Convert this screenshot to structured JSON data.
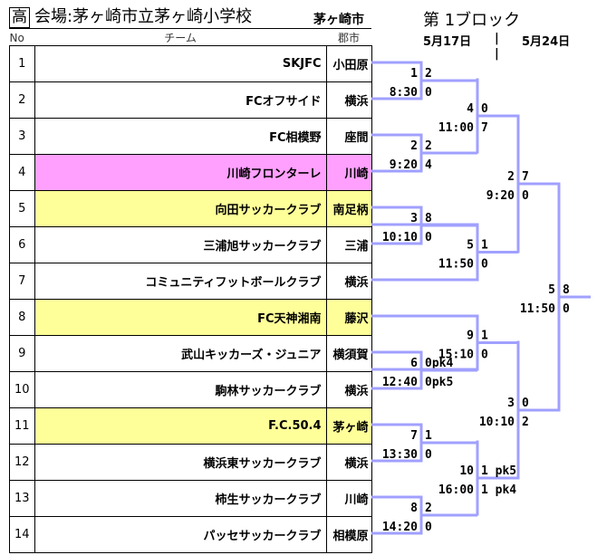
{
  "header": {
    "level": "高",
    "venue": "会場:茅ヶ崎市立茅ヶ崎小学校",
    "city": "茅ヶ崎市",
    "block": "第 1ブロック",
    "date1": "5月17日",
    "separator": "|",
    "date2": "5月24日"
  },
  "columns": {
    "no": "No",
    "team": "チーム",
    "city": "郡市"
  },
  "teams": [
    {
      "no": "1",
      "name": "SKJFC",
      "city": "小田原",
      "hl": ""
    },
    {
      "no": "2",
      "name": "FCオフサイド",
      "city": "横浜",
      "hl": ""
    },
    {
      "no": "3",
      "name": "FC相模野",
      "city": "座間",
      "hl": ""
    },
    {
      "no": "4",
      "name": "川崎フロンターレ",
      "city": "川崎",
      "hl": "pink"
    },
    {
      "no": "5",
      "name": "向田サッカークラブ",
      "city": "南足柄",
      "hl": "yellow"
    },
    {
      "no": "6",
      "name": "三浦旭サッカークラブ",
      "city": "三浦",
      "hl": ""
    },
    {
      "no": "7",
      "name": "コミュニティフットボールクラブ",
      "city": "横浜",
      "hl": ""
    },
    {
      "no": "8",
      "name": "FC天神湘南",
      "city": "藤沢",
      "hl": "yellow"
    },
    {
      "no": "9",
      "name": "武山キッカーズ・ジュニア",
      "city": "横須賀",
      "hl": ""
    },
    {
      "no": "10",
      "name": "駒林サッカークラブ",
      "city": "横浜",
      "hl": ""
    },
    {
      "no": "11",
      "name": "F.C.50.4",
      "city": "茅ヶ崎",
      "hl": "yellow"
    },
    {
      "no": "12",
      "name": "横浜東サッカークラブ",
      "city": "横浜",
      "hl": ""
    },
    {
      "no": "13",
      "name": "柿生サッカークラブ",
      "city": "川崎",
      "hl": ""
    },
    {
      "no": "14",
      "name": "パッセサッカークラブ",
      "city": "相模原",
      "hl": ""
    }
  ],
  "matches": [
    {
      "id": "m1",
      "no": "1",
      "time": "8:30",
      "s1": "2",
      "s2": "0"
    },
    {
      "id": "m2",
      "no": "2",
      "time": "9:20",
      "s1": "2",
      "s2": "4"
    },
    {
      "id": "m4",
      "no": "4",
      "time": "11:00",
      "s1": "0",
      "s2": "7"
    },
    {
      "id": "m3",
      "no": "3",
      "time": "10:10",
      "s1": "8",
      "s2": "0"
    },
    {
      "id": "m5",
      "no": "5",
      "time": "11:50",
      "s1": "1",
      "s2": "0"
    },
    {
      "id": "r2a",
      "no": "2",
      "time": "9:20",
      "s1": "7",
      "s2": "0"
    },
    {
      "id": "final",
      "no": "5",
      "time": "11:50",
      "s1": "8",
      "s2": "0"
    },
    {
      "id": "m6",
      "no": "6",
      "time": "12:40",
      "s1": "0pk4",
      "s2": "0pk5"
    },
    {
      "id": "m9",
      "no": "9",
      "time": "15:10",
      "s1": "1",
      "s2": "0"
    },
    {
      "id": "m7",
      "no": "7",
      "time": "13:30",
      "s1": "1",
      "s2": "0"
    },
    {
      "id": "m8",
      "no": "8",
      "time": "14:20",
      "s1": "2",
      "s2": "0"
    },
    {
      "id": "m10",
      "no": "10",
      "time": "16:00",
      "s1": "1 pk5",
      "s2": "1 pk4"
    },
    {
      "id": "r2b",
      "no": "3",
      "time": "10:10",
      "s1": "0",
      "s2": "2"
    }
  ],
  "colors": {
    "line": "#A0A0FF",
    "pink": "#FFA0FF",
    "yellow": "#FFFF99"
  }
}
